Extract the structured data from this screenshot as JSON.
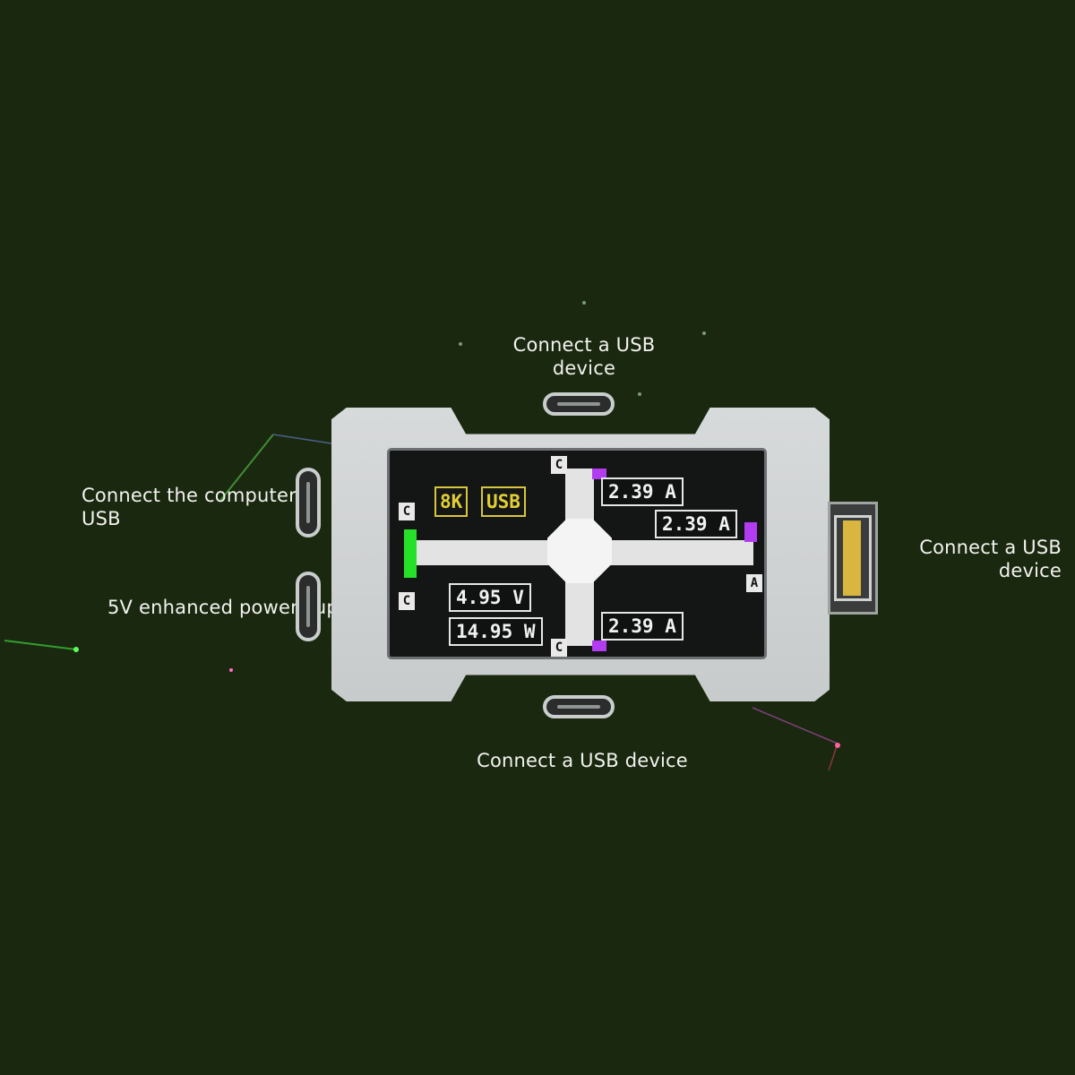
{
  "labels": {
    "top": [
      "Connect a USB",
      "device"
    ],
    "left_top": [
      "Connect the computer's",
      "USB"
    ],
    "left_bottom": "5V enhanced power supply",
    "right": [
      "Connect a USB",
      "device"
    ],
    "bottom": "Connect a USB device"
  },
  "screen": {
    "badge_left": "8K",
    "badge_right": "USB",
    "port_tag_c": "C",
    "port_tag_a": "A",
    "current_top": "2.39 A",
    "current_right": "2.39 A",
    "current_bottom": "2.39 A",
    "voltage": "4.95 V",
    "power": "14.95 W"
  },
  "colors": {
    "background": "#1a2810",
    "accent_green": "#27e02a",
    "accent_purple": "#b23cf0",
    "lcd_yellow": "#e2cf33"
  }
}
